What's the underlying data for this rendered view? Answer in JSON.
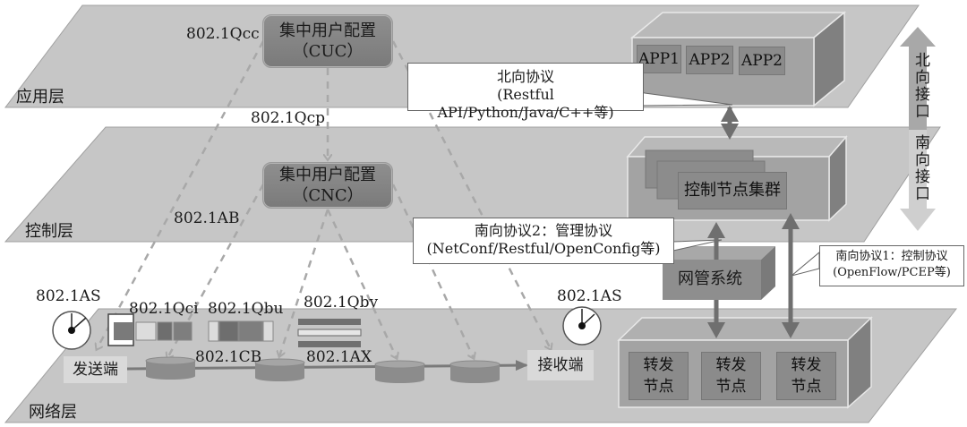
{
  "layers": {
    "application": "应用层",
    "control": "控制层",
    "network": "网络层"
  },
  "cuc": {
    "line1": "集中用户配置",
    "line2": "（CUC）"
  },
  "cnc": {
    "line1": "集中用户配置",
    "line2": "（CNC）"
  },
  "protocols": {
    "qcc": "802.1Qcc",
    "qcp": "802.1Qcp",
    "ab": "802.1AB",
    "as_left": "802.1AS",
    "as_right": "802.1AS",
    "qci": "802.1Qci",
    "qbu": "802.1Qbu",
    "qbv": "802.1Qbv",
    "cb": "802.1CB",
    "ax": "802.1AX"
  },
  "endpoints": {
    "sender": "发送端",
    "receiver": "接收端"
  },
  "apps": [
    "APP1",
    "APP2",
    "APP2"
  ],
  "control_cluster": "控制节点集群",
  "nms": "网管系统",
  "forwarding_nodes": [
    {
      "line1": "转发",
      "line2": "节点"
    },
    {
      "line1": "转发",
      "line2": "节点"
    },
    {
      "line1": "转发",
      "line2": "节点"
    }
  ],
  "northbound_callout": {
    "title": "北向协议",
    "detail": "(Restful API/Python/Java/C++等)"
  },
  "southbound2_callout": {
    "title": "南向协议2：管理协议",
    "detail": "(NetConf/Restful/OpenConfig等)"
  },
  "southbound1_callout": {
    "title": "南向协议1：控制协议",
    "detail": "(OpenFlow/PCEP等)"
  },
  "side_arrows": {
    "north": "北向接口",
    "south": "南向接口"
  },
  "colors": {
    "plane": "#c6c6c6",
    "plane_edge": "#9e9e9e",
    "box_front": "#a3a3a3",
    "box_top": "#b9b9b9",
    "box_side": "#828282",
    "inner_box": "#8b8b8b",
    "dashed": "#a8a8a8",
    "arrow": "#6f6f6f",
    "side_arrow": "#bdbdbd"
  }
}
